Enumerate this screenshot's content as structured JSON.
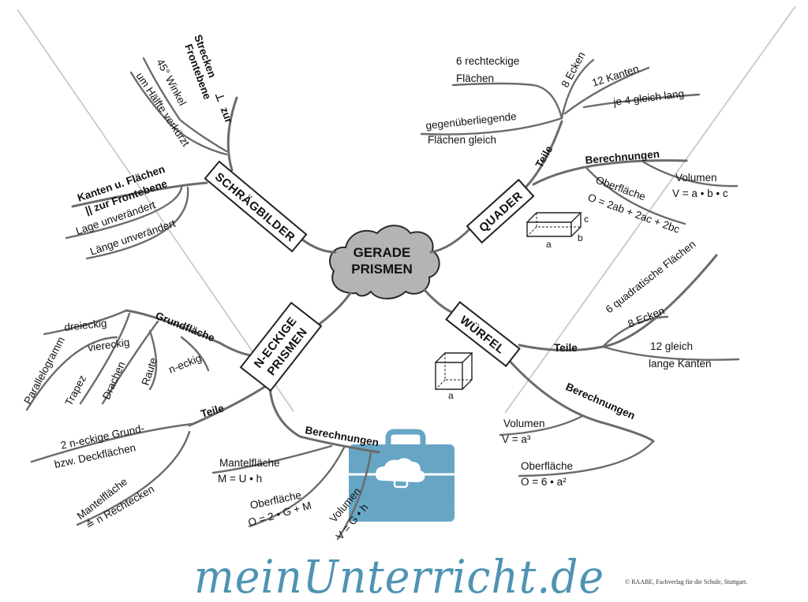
{
  "center": {
    "line1": "GERADE",
    "line2": "PRISMEN"
  },
  "schraegbilder": {
    "title": "SCHRÄGBILDER",
    "strecken_1": "Strecken",
    "strecken_2": "⊥",
    "strecken_3": "zur",
    "frontebene": "Frontebene",
    "winkel": "45° Winkel",
    "haelfte": "um Hälfte verkürzt",
    "kanten_1": "Kanten u. Flächen",
    "kanten_2": "|| zur Frontebene",
    "lage": "Lage unverändert",
    "laenge": "Länge unverändert"
  },
  "quader": {
    "title": "QUADER",
    "teile": "Teile",
    "flaechen_1": "6 rechteckige",
    "flaechen_2": "Flächen",
    "ecken": "8 Ecken",
    "kanten": "12 Kanten",
    "gleich": "je 4 gleich lang",
    "gegen_1": "gegenüberliegende",
    "gegen_2": "Flächen gleich",
    "berechnungen": "Berechnungen",
    "volumen": "Volumen",
    "volumen_formel": "V = a • b • c",
    "oberflaeche": "Oberfläche",
    "oberflaeche_formel": "O = 2ab + 2ac + 2bc",
    "dim_a": "a",
    "dim_b": "b",
    "dim_c": "c"
  },
  "wuerfel": {
    "title": "WÜRFEL",
    "teile": "Teile",
    "quadratisch": "6 quadratische Flächen",
    "ecken": "8 Ecken",
    "kanten_1": "12 gleich",
    "kanten_2": "lange Kanten",
    "berechnungen": "Berechnungen",
    "volumen": "Volumen",
    "volumen_formel": "V = a³",
    "oberflaeche": "Oberfläche",
    "oberflaeche_formel": "O = 6 • a²",
    "dim_a": "a"
  },
  "neckige": {
    "title_1": "N-ECKIGE",
    "title_2": "PRISMEN",
    "grundflaeche": "Grundfläche",
    "dreieckig": "dreieckig",
    "viereckig": "viereckig",
    "parallelogramm": "Parallelogramm",
    "trapez": "Trapez",
    "drachen": "Drachen",
    "raute": "Raute",
    "neckig": "n-eckig",
    "teile": "Teile",
    "grund_1": "2 n-eckige Grund-",
    "grund_2": "bzw. Deckflächen",
    "mantel_1": "Mantelfläche",
    "mantel_2": "≙ n Rechtecken",
    "berechnungen": "Berechnungen",
    "mantelflaeche": "Mantelfläche",
    "mantel_formel": "M = U • h",
    "oberflaeche": "Oberfläche",
    "oberflaeche_formel": "O = 2 • G + M",
    "volumen": "Volumen",
    "volumen_formel": "V = G • h"
  },
  "brand": "meinUnterricht.de",
  "copyright": "© RAABE, Fachverlag für die Schule, Stuttgart.",
  "colors": {
    "branch": "#6b6b6b",
    "cloud": "#b4b4b4",
    "brand": "#4f93b3",
    "briefcase": "#5b9ec0"
  },
  "icons": [
    "cloud-icon",
    "briefcase-icon",
    "cuboid-icon",
    "cube-icon"
  ]
}
